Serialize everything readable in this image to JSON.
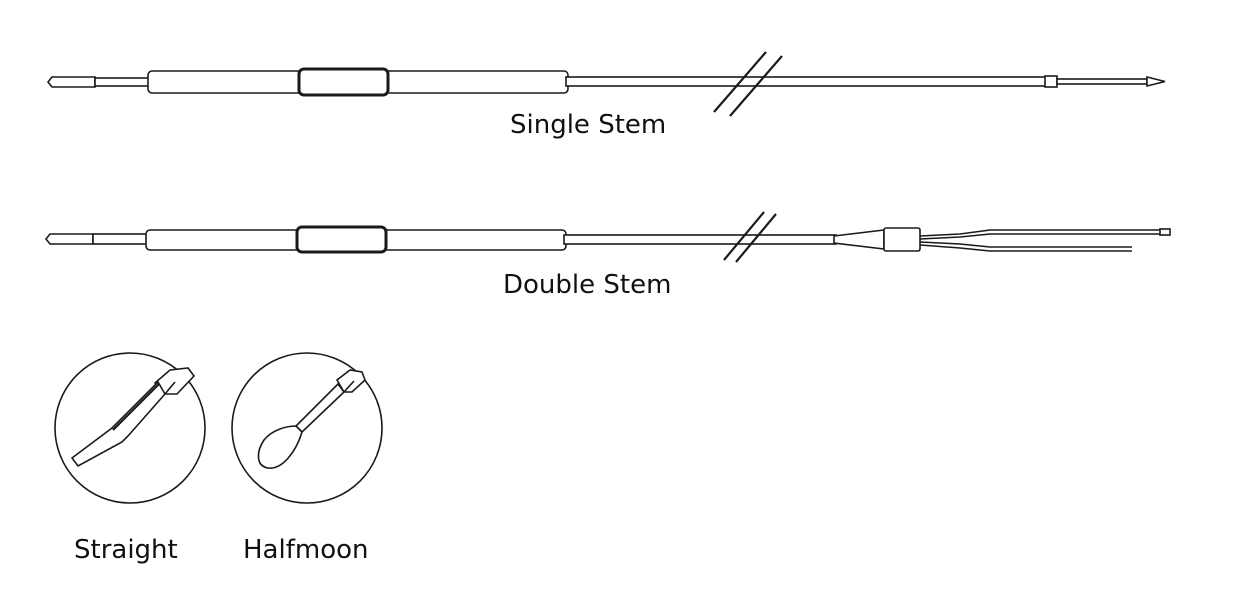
{
  "labels": {
    "single_stem": "Single Stem",
    "double_stem": "Double Stem",
    "straight": "Straight",
    "halfmoon": "Halfmoon"
  },
  "colors": {
    "line": "#1a1a1a",
    "background": "#ffffff"
  }
}
